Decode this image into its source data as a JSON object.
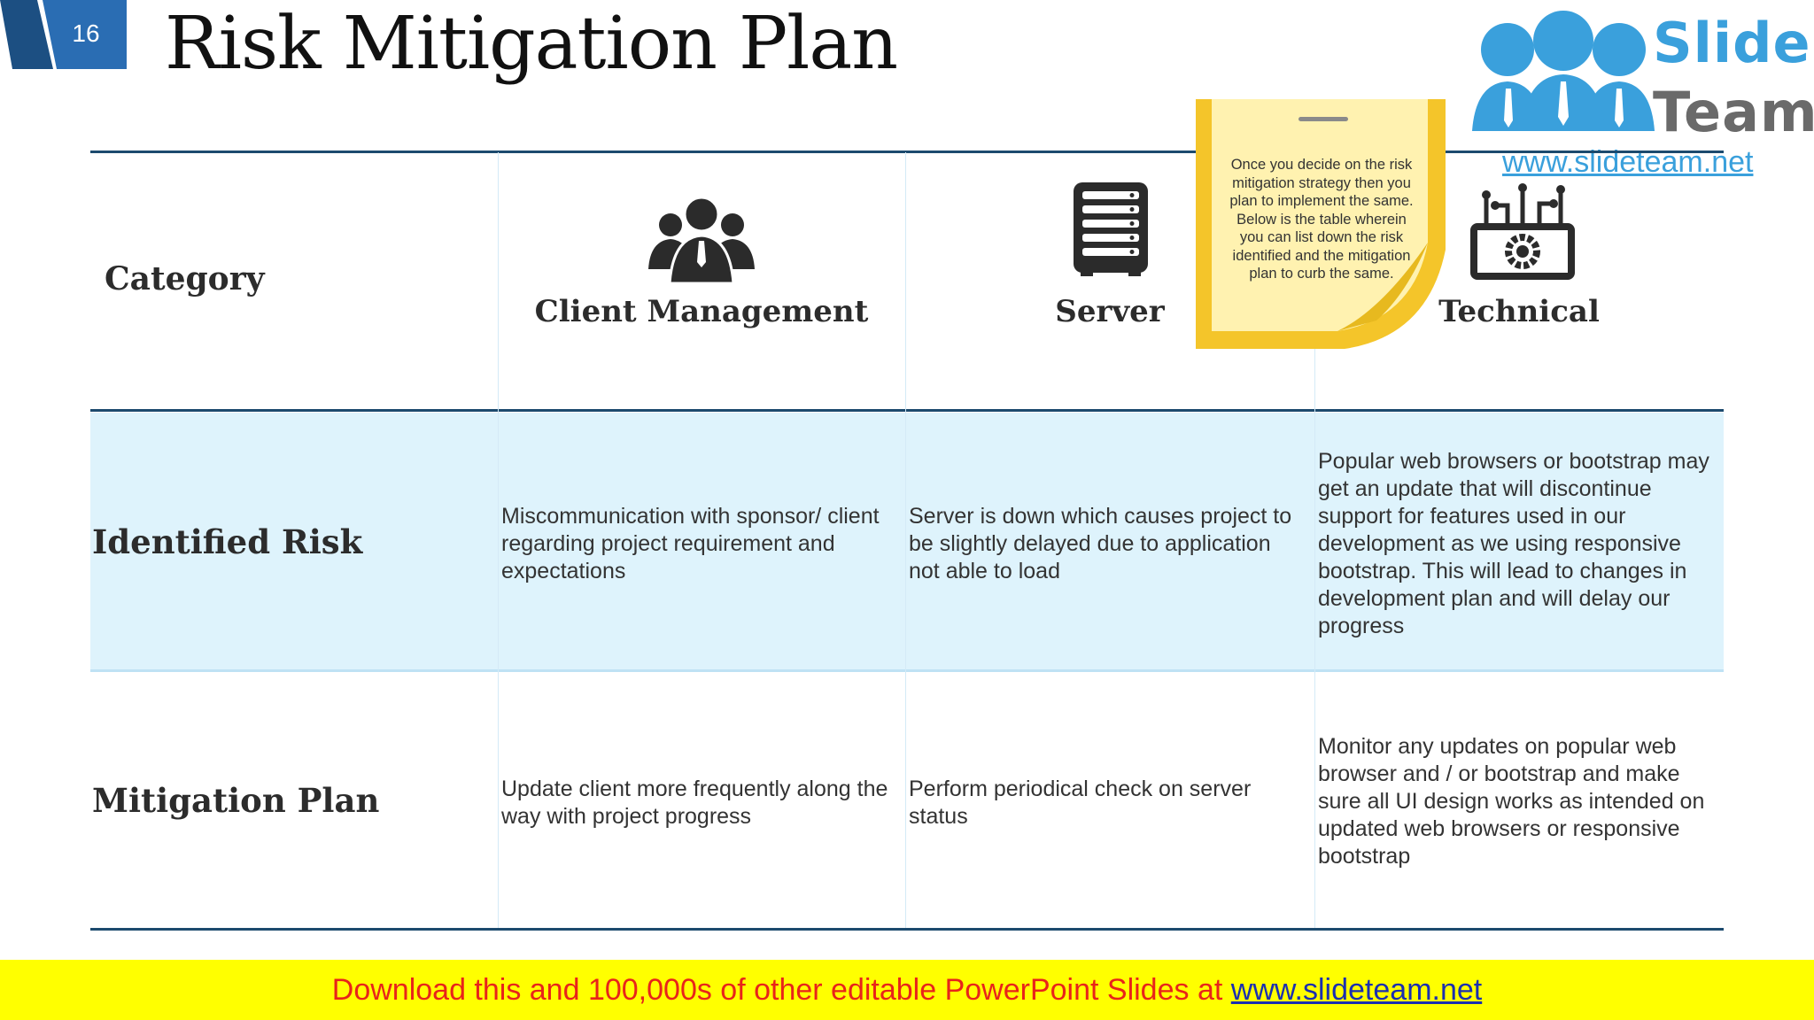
{
  "slide": {
    "number": "16",
    "title": "Risk Mitigation Plan"
  },
  "logo": {
    "word_top": "Slide",
    "word_bottom": "Team",
    "url": "www.slideteam.net"
  },
  "table": {
    "corner_label": "Category",
    "columns": [
      {
        "label": "Client Management",
        "icon": "people-group-icon"
      },
      {
        "label": "Server",
        "icon": "server-rack-icon"
      },
      {
        "label": "Technical",
        "icon": "circuit-gear-icon"
      }
    ],
    "rows": [
      {
        "label": "Identified Risk",
        "cells": [
          "Miscommunication with sponsor/ client regarding project  requirement and expectations",
          "Server is down which causes project to be slightly delayed due to application not able to load",
          "Popular web browsers or bootstrap may get an update that will discontinue support for features used in our development as we using responsive bootstrap. This will lead to changes in development plan and will delay our progress"
        ]
      },
      {
        "label": "Mitigation Plan",
        "cells": [
          "Update client more frequently along the way with project progress",
          "Perform periodical check on server status",
          "Monitor any updates on popular web browser and / or bootstrap and make sure all UI design works as intended on updated web browsers or responsive bootstrap"
        ]
      }
    ]
  },
  "sticky_note": {
    "text": "Once you decide on the risk mitigation strategy then you plan to implement the same. Below is the table wherein you can list down the risk identified and the mitigation plan to curb the same."
  },
  "footer": {
    "text": "Download this and 100,000s of other editable PowerPoint Slides at ",
    "link": "www.slideteam.net"
  },
  "colors": {
    "accent_blue": "#1f63a6",
    "band": "#def3fc",
    "sticky": "#fff2b0",
    "footer_bg": "#ffff00",
    "footer_text": "#e8241a"
  }
}
